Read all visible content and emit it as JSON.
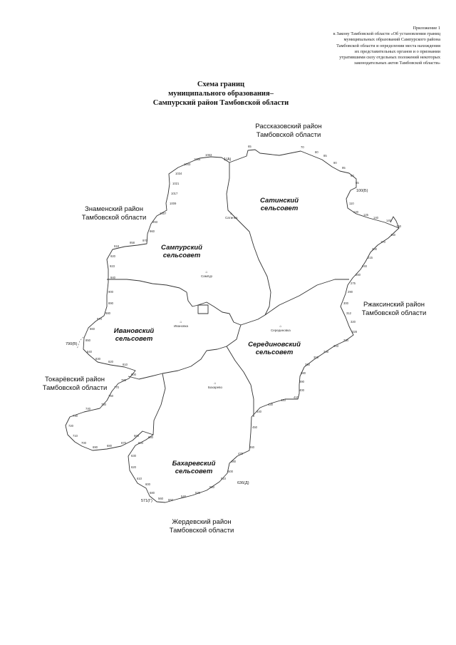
{
  "appendix": {
    "lines": [
      "Приложение 1",
      "к Закону Тамбовской области «Об установлении границ",
      "муниципальных образований Сампурского района",
      "Тамбовской области и определении места нахождения",
      "их представительных органов и о признании",
      "утратившими силу отдельных положений некоторых",
      "законодательных актов Тамбовской области»"
    ]
  },
  "title": {
    "line1": "Схема границ",
    "line2": "муниципального образования–",
    "line3": "Сампурский район Тамбовской области"
  },
  "neighbors": {
    "rasskazovo": [
      "Рассказовский район",
      "Тамбовской области"
    ],
    "znamenka": [
      "Знаменский район",
      "Тамбовской области"
    ],
    "rzhaksa": [
      "Ржаксинский район",
      "Тамбовской области"
    ],
    "tokarevka": [
      "Токарёвский район",
      "Тамбовской области"
    ],
    "zherdevka": [
      "Жердевский район",
      "Тамбовской области"
    ]
  },
  "sovets": {
    "satinsky": [
      "Сатинский",
      "сельсовет"
    ],
    "sampursky": [
      "Сампурский",
      "сельсовет"
    ],
    "ivanovsky": [
      "Ивановский",
      "сельсовет"
    ],
    "seredinovsky": [
      "Серединовский",
      "сельсовет"
    ],
    "bakharevsky": [
      "Бахаревский",
      "сельсовет"
    ]
  },
  "settlements": {
    "satinka": "Сатинка",
    "sampur": "Сампур",
    "ivanovka": "Ивановка",
    "seredinovka": "Серединовка",
    "bakharevo": "Бахарево",
    "marker": "⌂"
  },
  "boundary_points": {
    "p1": "1(А)",
    "p100": "100(Б)",
    "p790": "790(В)",
    "p636": "636(Д)",
    "p571": "571(Г)"
  },
  "map_numbers": [
    "65",
    "70",
    "80",
    "85",
    "90",
    "95",
    "60",
    "55",
    "1063",
    "1066",
    "1043",
    "1034",
    "1021",
    "1017",
    "1009",
    "1007",
    "993",
    "960",
    "970",
    "958",
    "918",
    "920",
    "923",
    "940",
    "110",
    "120",
    "125",
    "140",
    "145",
    "150",
    "160",
    "170",
    "200",
    "215",
    "240",
    "260",
    "275",
    "290",
    "300",
    "312",
    "320",
    "328",
    "334",
    "343",
    "348",
    "350",
    "360",
    "380",
    "390",
    "400",
    "410",
    "420",
    "430",
    "440",
    "450",
    "460",
    "470",
    "480",
    "500",
    "510",
    "520",
    "530",
    "540",
    "550",
    "560",
    "580",
    "600",
    "610",
    "620",
    "630",
    "640",
    "650",
    "660",
    "670",
    "680",
    "690",
    "700",
    "710",
    "720",
    "730",
    "740",
    "750",
    "760",
    "770",
    "780",
    "800",
    "810",
    "820",
    "830",
    "840",
    "850",
    "860",
    "870",
    "880",
    "890",
    "900"
  ]
}
